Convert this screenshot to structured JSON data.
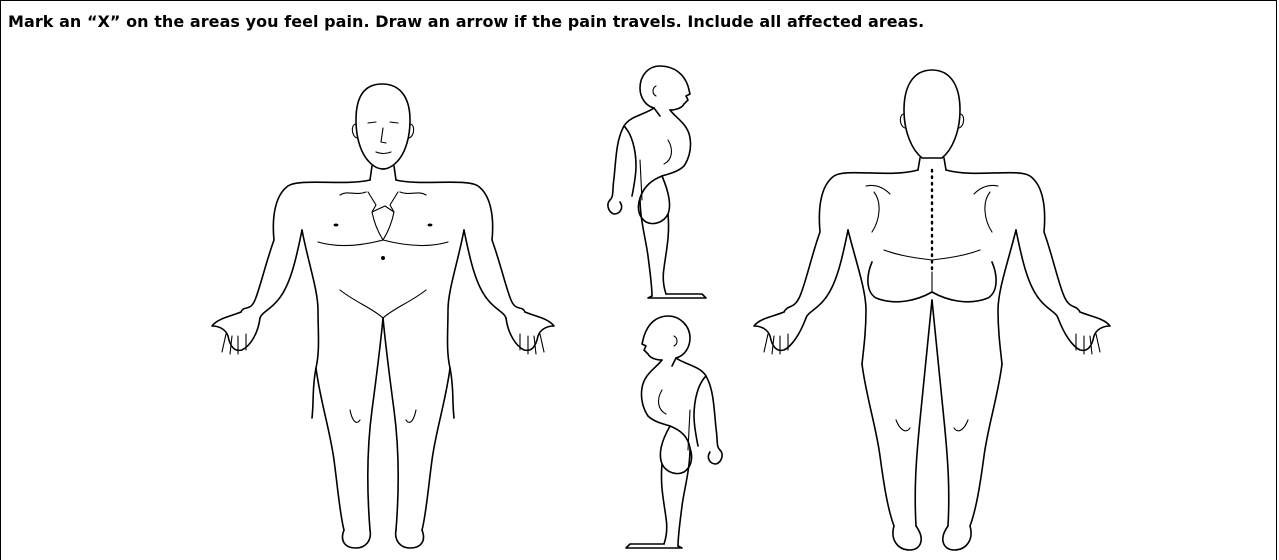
{
  "form": {
    "instruction": "Mark an “X” on the areas you feel pain. Draw an arrow if the pain travels. Include all affected areas."
  },
  "figures": {
    "front": "body-front-figure",
    "side_facing_right": "body-side-right-figure",
    "side_facing_left": "body-side-left-figure",
    "back": "body-back-figure"
  },
  "colors": {
    "line": "#000000",
    "background": "#ffffff"
  }
}
